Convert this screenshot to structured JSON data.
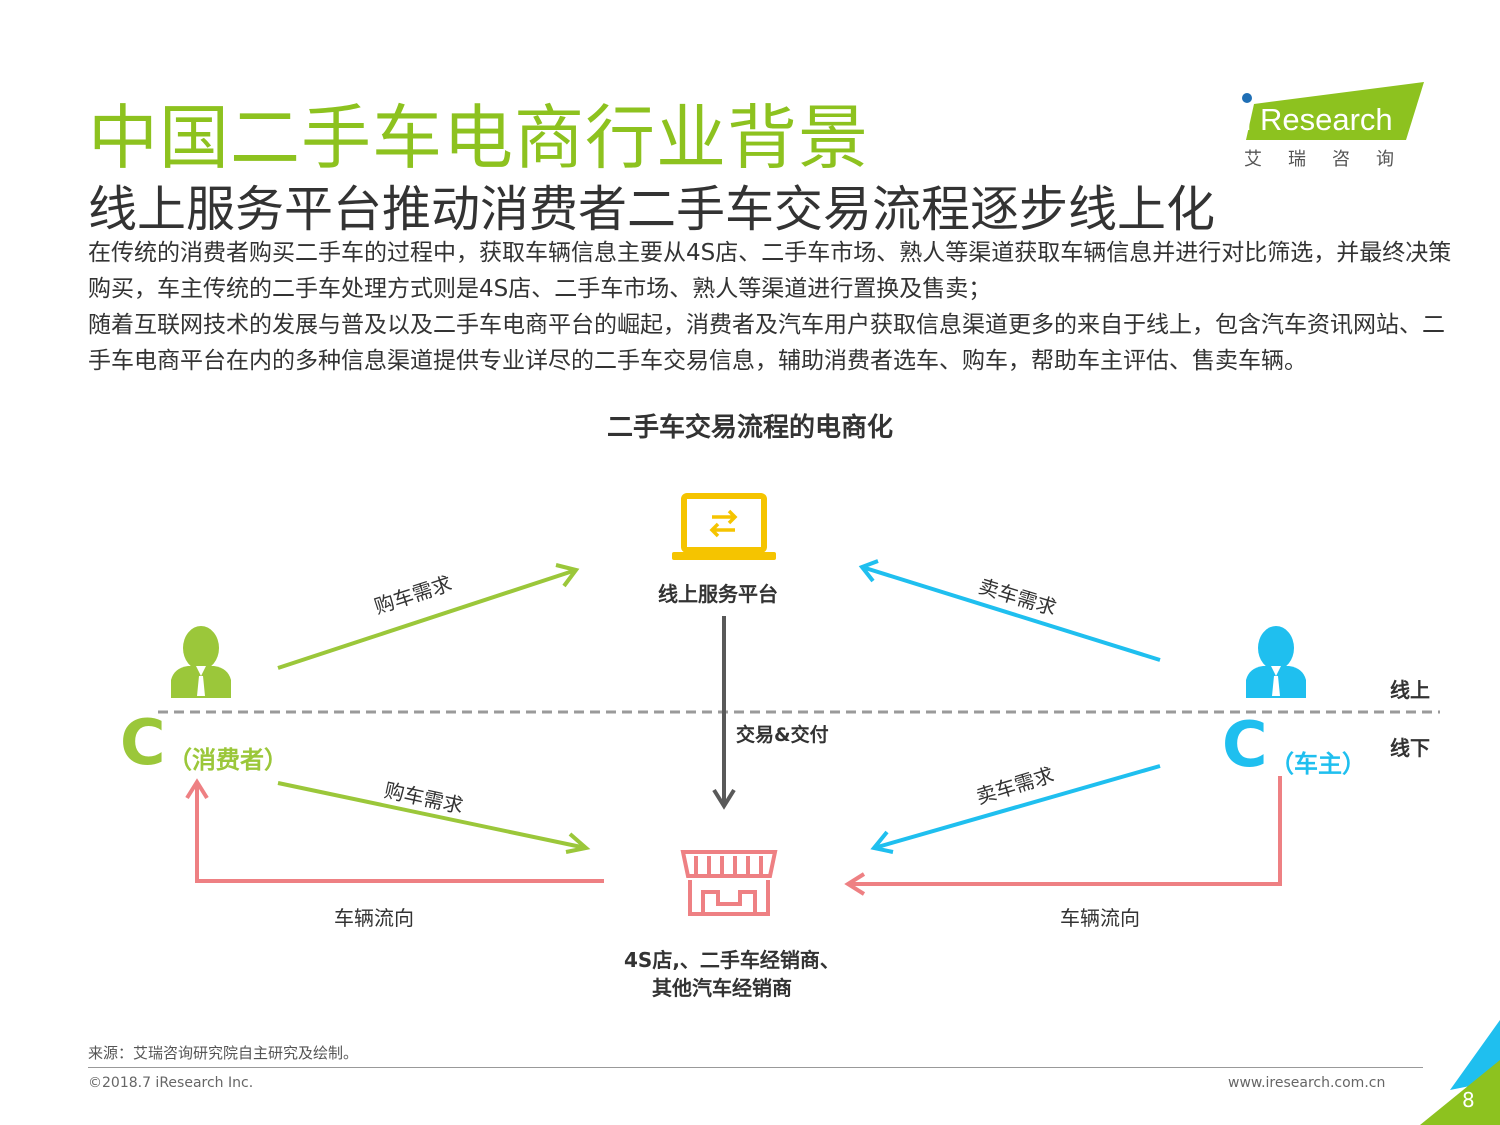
{
  "header": {
    "title": "中国二手车电商行业背景",
    "subtitle": "线上服务平台推动消费者二手车交易流程逐步线上化"
  },
  "logo": {
    "brand": "iResearch",
    "cn": "艾瑞咨询"
  },
  "intro": {
    "paragraph1": "在传统的消费者购买二手车的过程中，获取车辆信息主要从4S店、二手车市场、熟人等渠道获取车辆信息并进行对比筛选，并最终决策购买，车主传统的二手车处理方式则是4S店、二手车市场、熟人等渠道进行置换及售卖；",
    "paragraph2": "随着互联网技术的发展与普及以及二手车电商平台的崛起，消费者及汽车用户获取信息渠道更多的来自于线上，包含汽车资讯网站、二手车电商平台在内的多种信息渠道提供专业详尽的二手车交易信息，辅助消费者选车、购车，帮助车主评估、售卖车辆。"
  },
  "diagram": {
    "title": "二手车交易流程的电商化",
    "platform_label": "线上服务平台",
    "dealer_label_line1": "4S店,、二手车经销商、",
    "dealer_label_line2": "其他汽车经销商",
    "consumer_letter": "C",
    "consumer_role": "（消费者）",
    "owner_letter": "C",
    "owner_role": "（车主）",
    "online_label": "线上",
    "offline_label": "线下",
    "trade_label": "交易&交付",
    "buy_demand_online": "购车需求",
    "sell_demand_online": "卖车需求",
    "buy_demand_offline": "购车需求",
    "sell_demand_offline": "卖车需求",
    "vehicle_flow_left": "车辆流向",
    "vehicle_flow_right": "车辆流向"
  },
  "colors": {
    "green": "#9bc73a",
    "cyan": "#1fbfef",
    "pink": "#ee8083",
    "yellow": "#f5c400",
    "gray": "#595959"
  },
  "footer": {
    "source": "来源：艾瑞咨询研究院自主研究及绘制。",
    "copyright": "©2018.7 iResearch Inc.",
    "website": "www.iresearch.com.cn",
    "page": "8"
  }
}
